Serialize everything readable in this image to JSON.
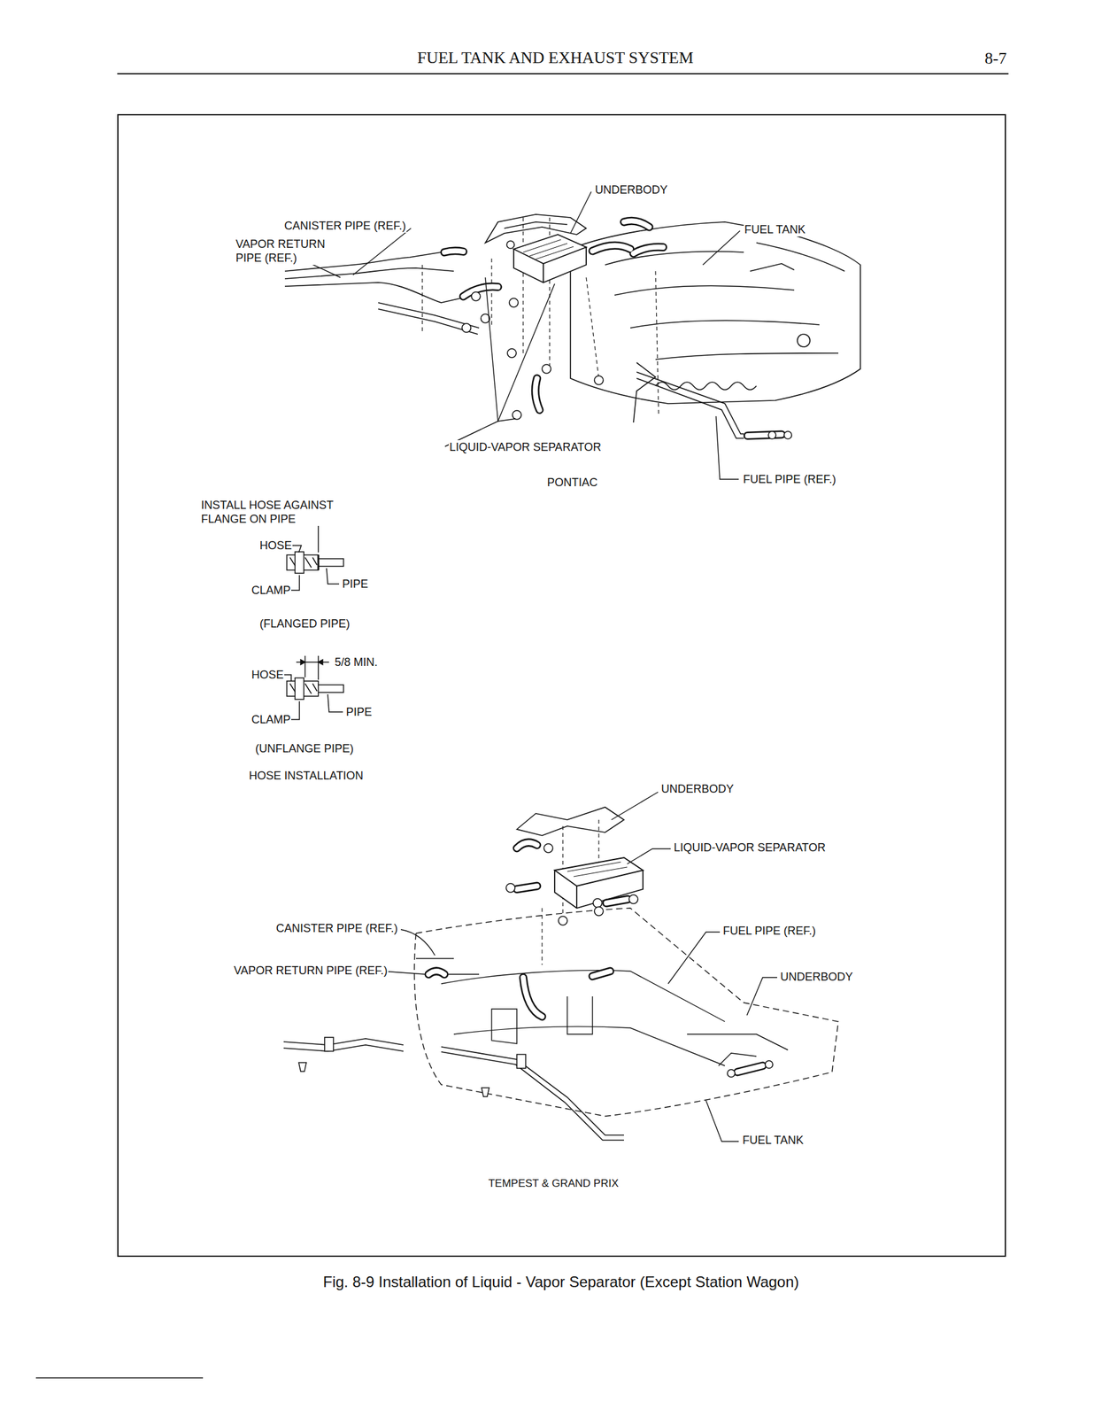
{
  "diagram": {
    "title": "FUEL TANK AND EXHAUST SYSTEM",
    "caption": "Fig. 8-9 Installation of Liquid - Vapor Separator (Except Station Wagon)",
    "labels": [
      "8-7",
      "UNDERBODY",
      "CANISTER PIPE (REF.)",
      "FUEL TANK",
      "VAPOR RETURN PIPE (REF.)",
      "LIQUID-VAPOR SEPARATOR",
      "PONTIAC",
      "FUEL PIPE (REF.)",
      "INSTALL HOSE AGAINST FLANGE ON PIPE",
      "HOSE",
      "CLAMP",
      "PIPE",
      "(FLANGED PIPE)",
      "5/8 MIN.",
      "HOSE",
      "CLAMP",
      "PIPE",
      "(UNFLANGE PIPE)",
      "HOSE INSTALLATION",
      "UNDERBODY",
      "LIQUID-VAPOR SEPARATOR",
      "CANISTER PIPE (REF.)",
      "FUEL PIPE (REF.)",
      "VAPOR RETURN PIPE (REF.)",
      "UNDERBODY",
      "FUEL TANK",
      "TEMPEST & GRAND PRIX"
    ]
  }
}
